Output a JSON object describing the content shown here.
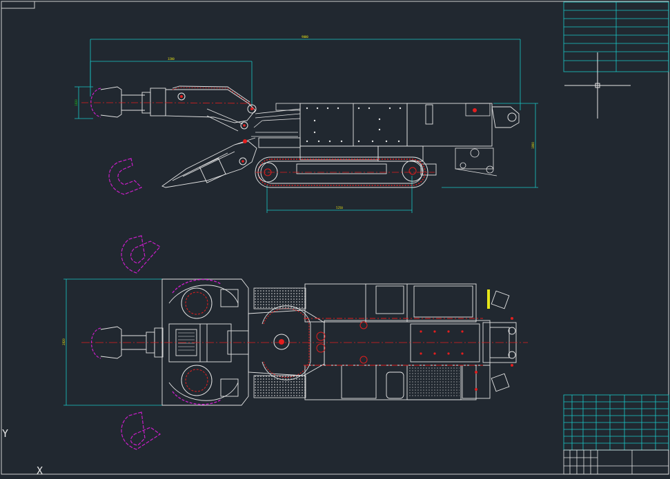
{
  "colors": {
    "background": "#212830",
    "outline": "#e6e6e6",
    "dimension": "#19c9c9",
    "centerline": "#e31e1e",
    "magenta": "#c91ec9",
    "highlight": "#e6e619",
    "frame": "#cfcfcf"
  },
  "dimensions": {
    "overall_length": "9000",
    "boom_length": "3200",
    "track_length": "5250",
    "cutter_height": "1820",
    "machine_height": "1800",
    "plan_width": "2820"
  },
  "ucs_icon": {
    "y_label": "Y",
    "x_label": "X"
  }
}
